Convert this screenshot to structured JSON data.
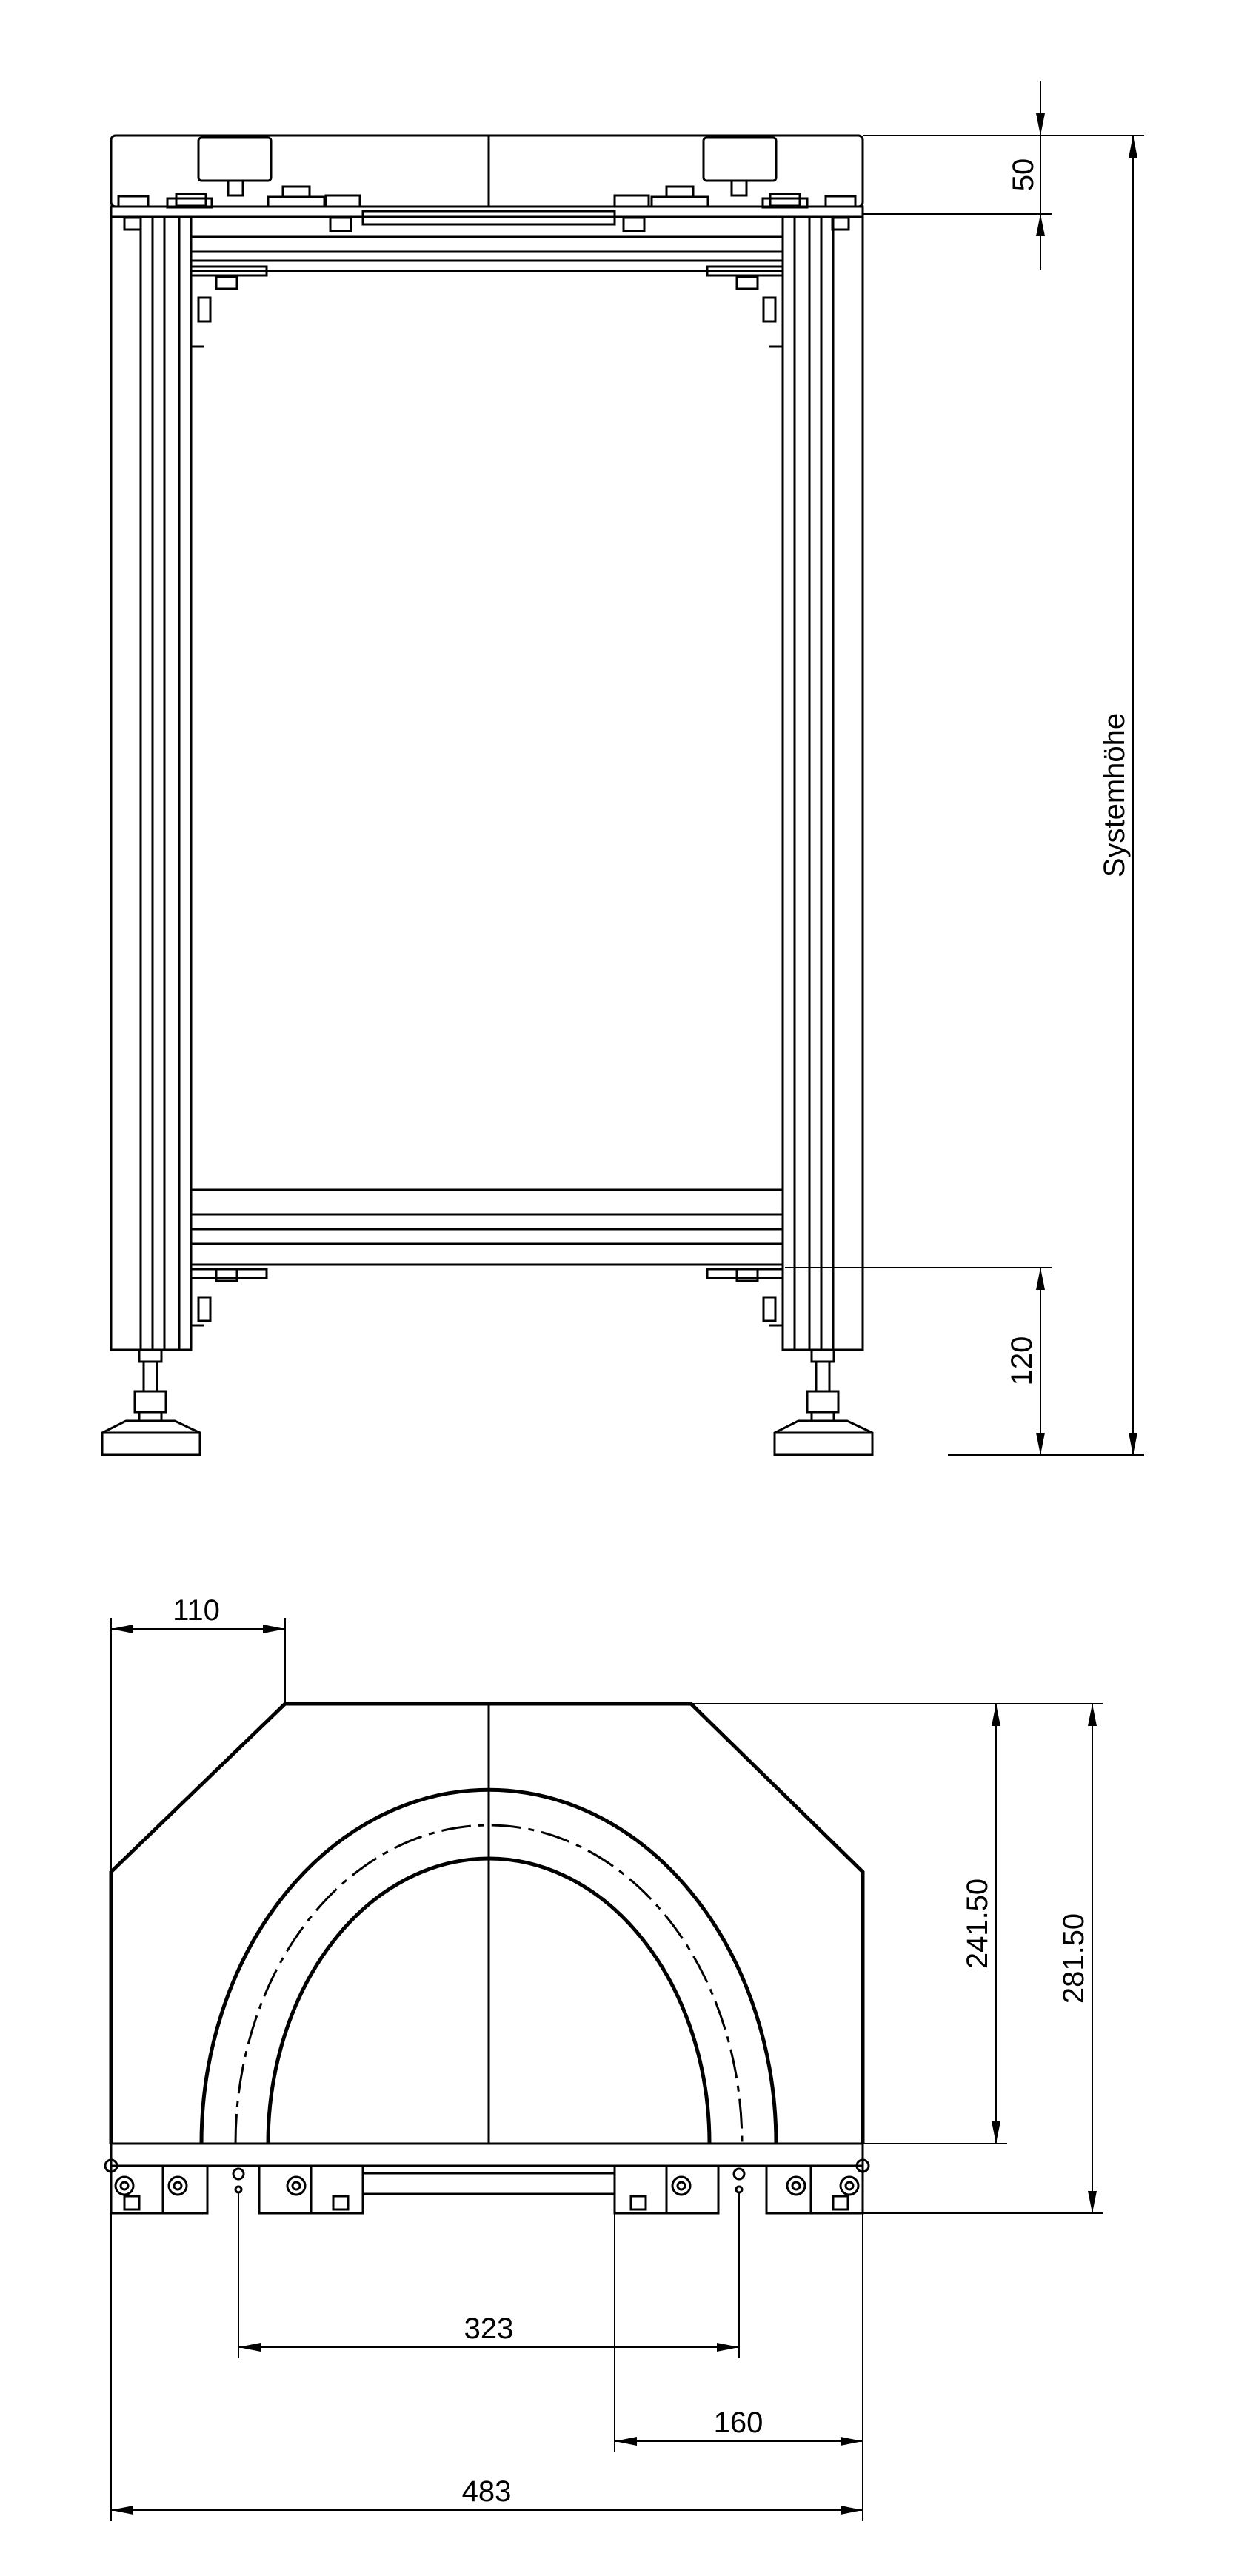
{
  "drawing": {
    "line_color": "#000000",
    "background": "#ffffff",
    "front_view": {
      "dimensions": {
        "top_plate_height": "50",
        "system_height_label": "Systemhöhe",
        "foot_height": "120"
      }
    },
    "top_view": {
      "dimensions": {
        "chamfer_width": "110",
        "inner_height": "241.50",
        "overall_height": "281.50",
        "arc_span": "323",
        "offset_right": "160",
        "overall_width": "483"
      }
    }
  }
}
